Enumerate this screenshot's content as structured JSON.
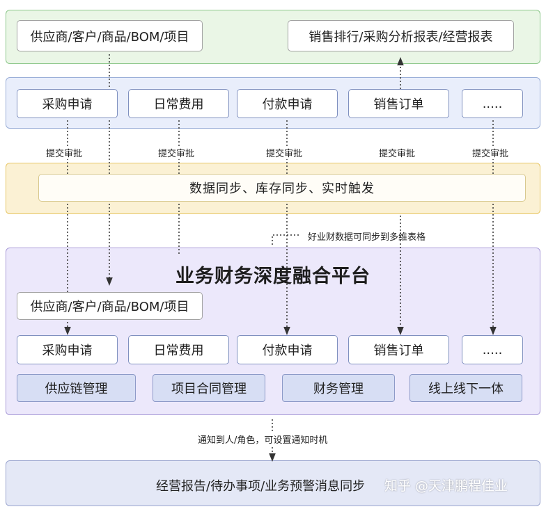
{
  "top": {
    "left_box": "供应商/客户/商品/BOM/项目",
    "right_box": "销售排行/采购分析报表/经营报表"
  },
  "business_row": [
    "采购申请",
    "日常费用",
    "付款申请",
    "销售订单",
    "....."
  ],
  "submit_label": "提交审批",
  "sync_bar": "数据同步、库存同步、实时触发",
  "sync_note": "好业财数据可同步到多维表格",
  "platform": {
    "title": "业务财务深度融合平台",
    "master_data": "供应商/客户/商品/BOM/项目",
    "row": [
      "采购申请",
      "日常费用",
      "付款申请",
      "销售订单",
      "....."
    ],
    "modules": [
      "供应链管理",
      "项目合同管理",
      "财务管理",
      "线上线下一体"
    ]
  },
  "notify_label": "通知到人/角色，可设置通知时机",
  "bottom_text": "经营报告/待办事项/业务预警消息同步",
  "watermark": "知乎 @天津鹏程佳业"
}
